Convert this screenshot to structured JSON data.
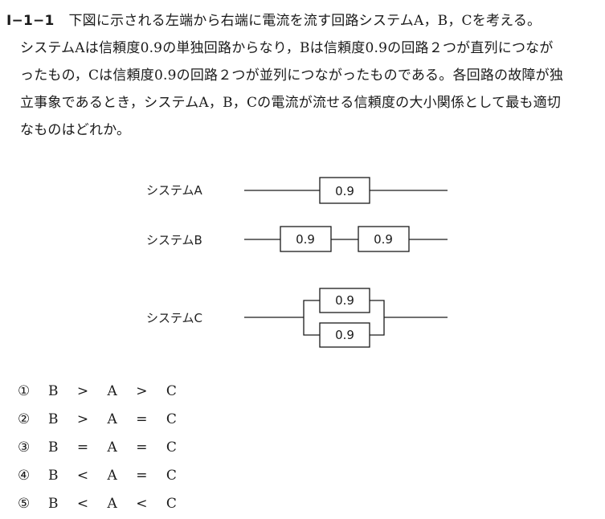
{
  "question": {
    "id": "Ⅰ−1−1",
    "lines": [
      "下図に示される左端から右端に電流を流す回路システムA，B，Cを考える。",
      "システムAは信頼度0.9の単独回路からなり，Bは信頼度0.9の回路２つが直列につなが",
      "ったもの，Cは信頼度0.9の回路２つが並列につながったものである。各回路の故障が独",
      "立事象であるとき，システムA，B，Cの電流が流せる信頼度の大小関係として最も適切",
      "なものはどれか。"
    ]
  },
  "diagram": {
    "system_a": {
      "label": "システムA",
      "blocks": [
        "0.9"
      ]
    },
    "system_b": {
      "label": "システムB",
      "blocks": [
        "0.9",
        "0.9"
      ]
    },
    "system_c": {
      "label": "システムC",
      "blocks": [
        "0.9",
        "0.9"
      ]
    }
  },
  "options": [
    {
      "num": "①",
      "text": "B > A > C"
    },
    {
      "num": "②",
      "text": "B > A = C"
    },
    {
      "num": "③",
      "text": "B = A = C"
    },
    {
      "num": "④",
      "text": "B < A = C"
    },
    {
      "num": "⑤",
      "text": "B < A < C"
    }
  ]
}
